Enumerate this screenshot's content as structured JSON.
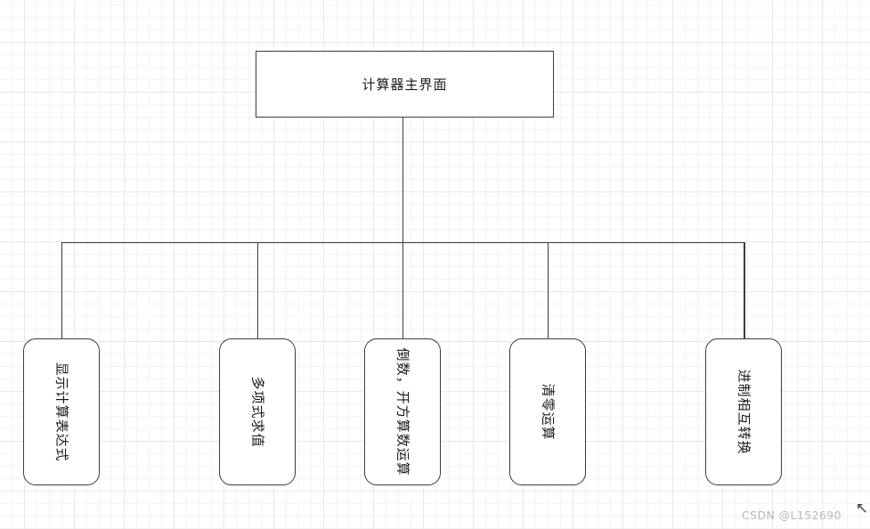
{
  "diagram": {
    "root": {
      "label": "计算器主界面"
    },
    "leaves": [
      {
        "label": "显示计算表达式"
      },
      {
        "label": "多项式求值"
      },
      {
        "label": "倒数，开方算数运算"
      },
      {
        "label": "清零运算"
      },
      {
        "label": "进制相互转换"
      }
    ]
  },
  "watermark": {
    "text": "CSDN @L152690",
    "cursor_glyph": "↖"
  },
  "colors": {
    "stroke": "#3b3b3b",
    "node_fill": "#ffffff",
    "text": "#1a1a1a",
    "grid_minor": "#f3f3f3",
    "grid_major": "#e8e8e8",
    "watermark": "#b8b8b8"
  }
}
